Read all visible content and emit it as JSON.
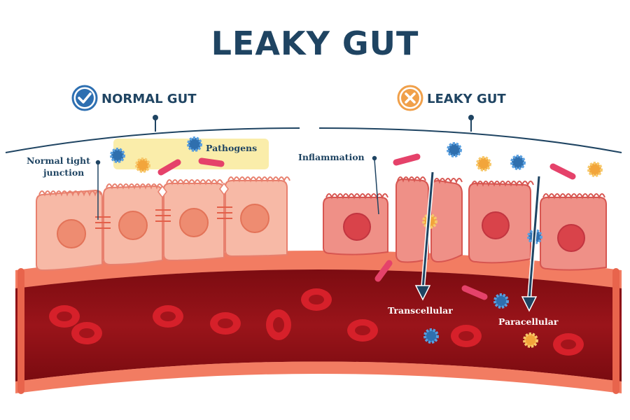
{
  "title": "LEAKY GUT",
  "panels": {
    "normal": {
      "label": "NORMAL GUT",
      "icon": "check-icon"
    },
    "leaky": {
      "label": "LEAKY GUT",
      "icon": "x-icon"
    }
  },
  "labels": {
    "tight_junction_line1": "Normal tight",
    "tight_junction_line2": "junction",
    "pathogens": "Pathogens",
    "inflammation": "Inflammation",
    "transcellular": "Transcellular",
    "paracellular": "Paracellular"
  },
  "colors": {
    "title": "#1f4462",
    "check_badge": "#2d6fb1",
    "x_badge": "#f0a04a",
    "normal_cell": "#f7b9a6",
    "inflamed_cell": "#e96a66",
    "blood": "#8e1116",
    "vessel_wall": "#f27c62",
    "red_blood_cell": "#d6202a",
    "pathogen_highlight": "#faedaa"
  }
}
